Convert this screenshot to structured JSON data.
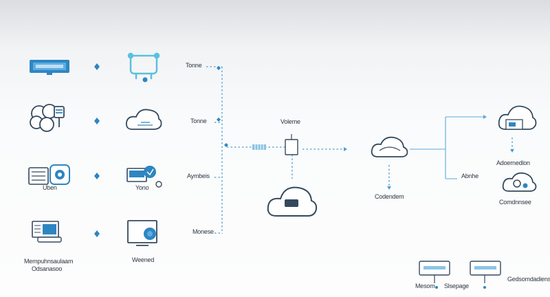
{
  "labels": {
    "row1_mid": "Tonne",
    "row2_mid": "Tonne",
    "row3_mid": "Aymbeis",
    "row4_mid": "Monese",
    "row3_left": "Uben",
    "row3_right": "Yono",
    "row4_right": "Weened",
    "bottom_left_line1": "Mempuhnsaulaam",
    "bottom_left_line2": "Odsanasoo",
    "hub": "Voleme",
    "center_right": "Codendem",
    "branch": "Abnhe",
    "right_top": "Adoernedlon",
    "right_bottom": "Comdnnsee",
    "footer_a": "Mesom",
    "footer_b": "Slsepage",
    "footer_c": "Gedsomdadiens"
  },
  "colors": {
    "accent": "#2e86c1",
    "accent_light": "#5aa9d8",
    "stroke": "#34495e",
    "connector": "#4a9fd5"
  }
}
